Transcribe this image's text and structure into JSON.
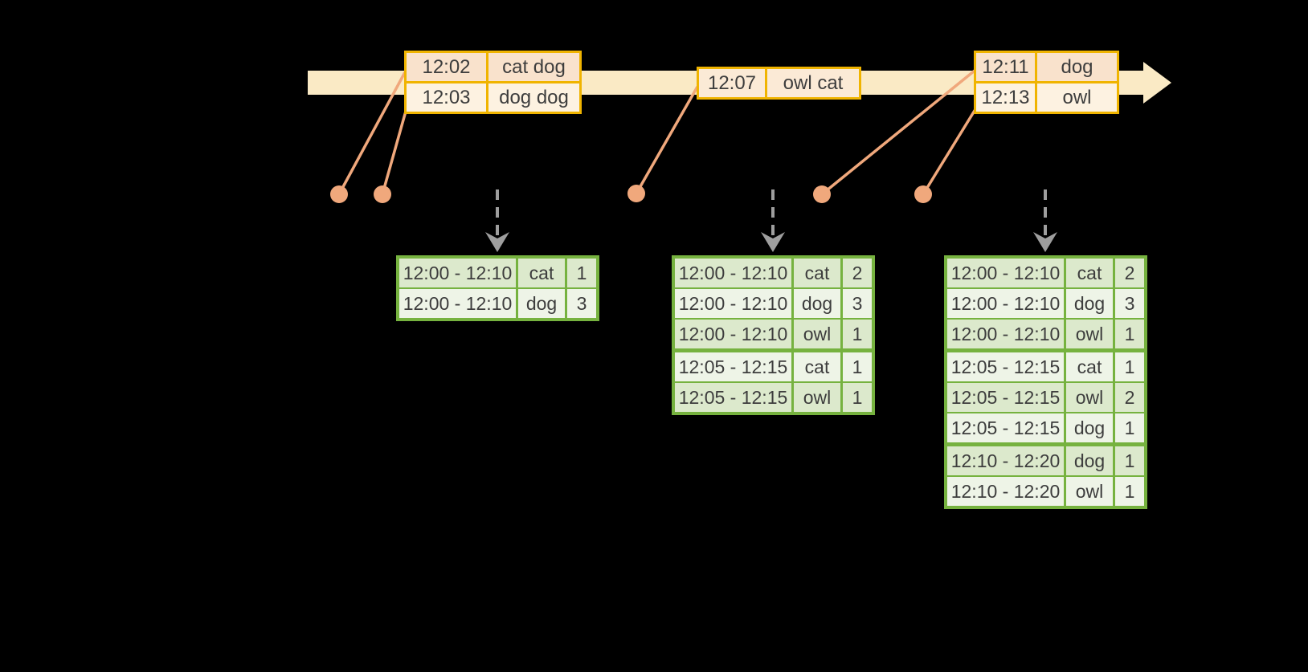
{
  "colors": {
    "bg": "#000000",
    "timeline_bar": "#faeac5",
    "event_border": "#f0b400",
    "event_row_peach": "#f9e2cc",
    "event_row_cream": "#fdf2e1",
    "event_row_mid": "#fbead6",
    "marker_salmon": "#f0a87c",
    "result_border": "#76b23f",
    "result_row_dark": "#dce9cc",
    "result_row_light": "#eef4e7",
    "trigger_gray": "#9e9e9e",
    "text_ink": "#3d3d3d"
  },
  "icons": {
    "timeline_arrowhead": "right-triangle",
    "event_marker": "filled-circle",
    "trigger_arrow": "dashed-down-arrow"
  },
  "event_tables": [
    {
      "name": "events-1",
      "rows": [
        {
          "time": "12:02",
          "words": "cat dog"
        },
        {
          "time": "12:03",
          "words": "dog dog"
        }
      ]
    },
    {
      "name": "events-2",
      "rows": [
        {
          "time": "12:07",
          "words": "owl cat"
        }
      ]
    },
    {
      "name": "events-3",
      "rows": [
        {
          "time": "12:11",
          "words": "dog"
        },
        {
          "time": "12:13",
          "words": "owl"
        }
      ]
    }
  ],
  "result_tables": [
    {
      "name": "counts-1",
      "rows": [
        {
          "window": "12:00 - 12:10",
          "word": "cat",
          "count": "1"
        },
        {
          "window": "12:00 - 12:10",
          "word": "dog",
          "count": "3"
        }
      ]
    },
    {
      "name": "counts-2",
      "rows": [
        {
          "window": "12:00 - 12:10",
          "word": "cat",
          "count": "2"
        },
        {
          "window": "12:00 - 12:10",
          "word": "dog",
          "count": "3"
        },
        {
          "window": "12:00 - 12:10",
          "word": "owl",
          "count": "1"
        },
        {
          "window": "12:05 - 12:15",
          "word": "cat",
          "count": "1"
        },
        {
          "window": "12:05 - 12:15",
          "word": "owl",
          "count": "1"
        }
      ]
    },
    {
      "name": "counts-3",
      "rows": [
        {
          "window": "12:00 - 12:10",
          "word": "cat",
          "count": "2"
        },
        {
          "window": "12:00 - 12:10",
          "word": "dog",
          "count": "3"
        },
        {
          "window": "12:00 - 12:10",
          "word": "owl",
          "count": "1"
        },
        {
          "window": "12:05 - 12:15",
          "word": "cat",
          "count": "1"
        },
        {
          "window": "12:05 - 12:15",
          "word": "owl",
          "count": "2"
        },
        {
          "window": "12:05 - 12:15",
          "word": "dog",
          "count": "1"
        },
        {
          "window": "12:10 - 12:20",
          "word": "dog",
          "count": "1"
        },
        {
          "window": "12:10 - 12:20",
          "word": "owl",
          "count": "1"
        }
      ]
    }
  ]
}
